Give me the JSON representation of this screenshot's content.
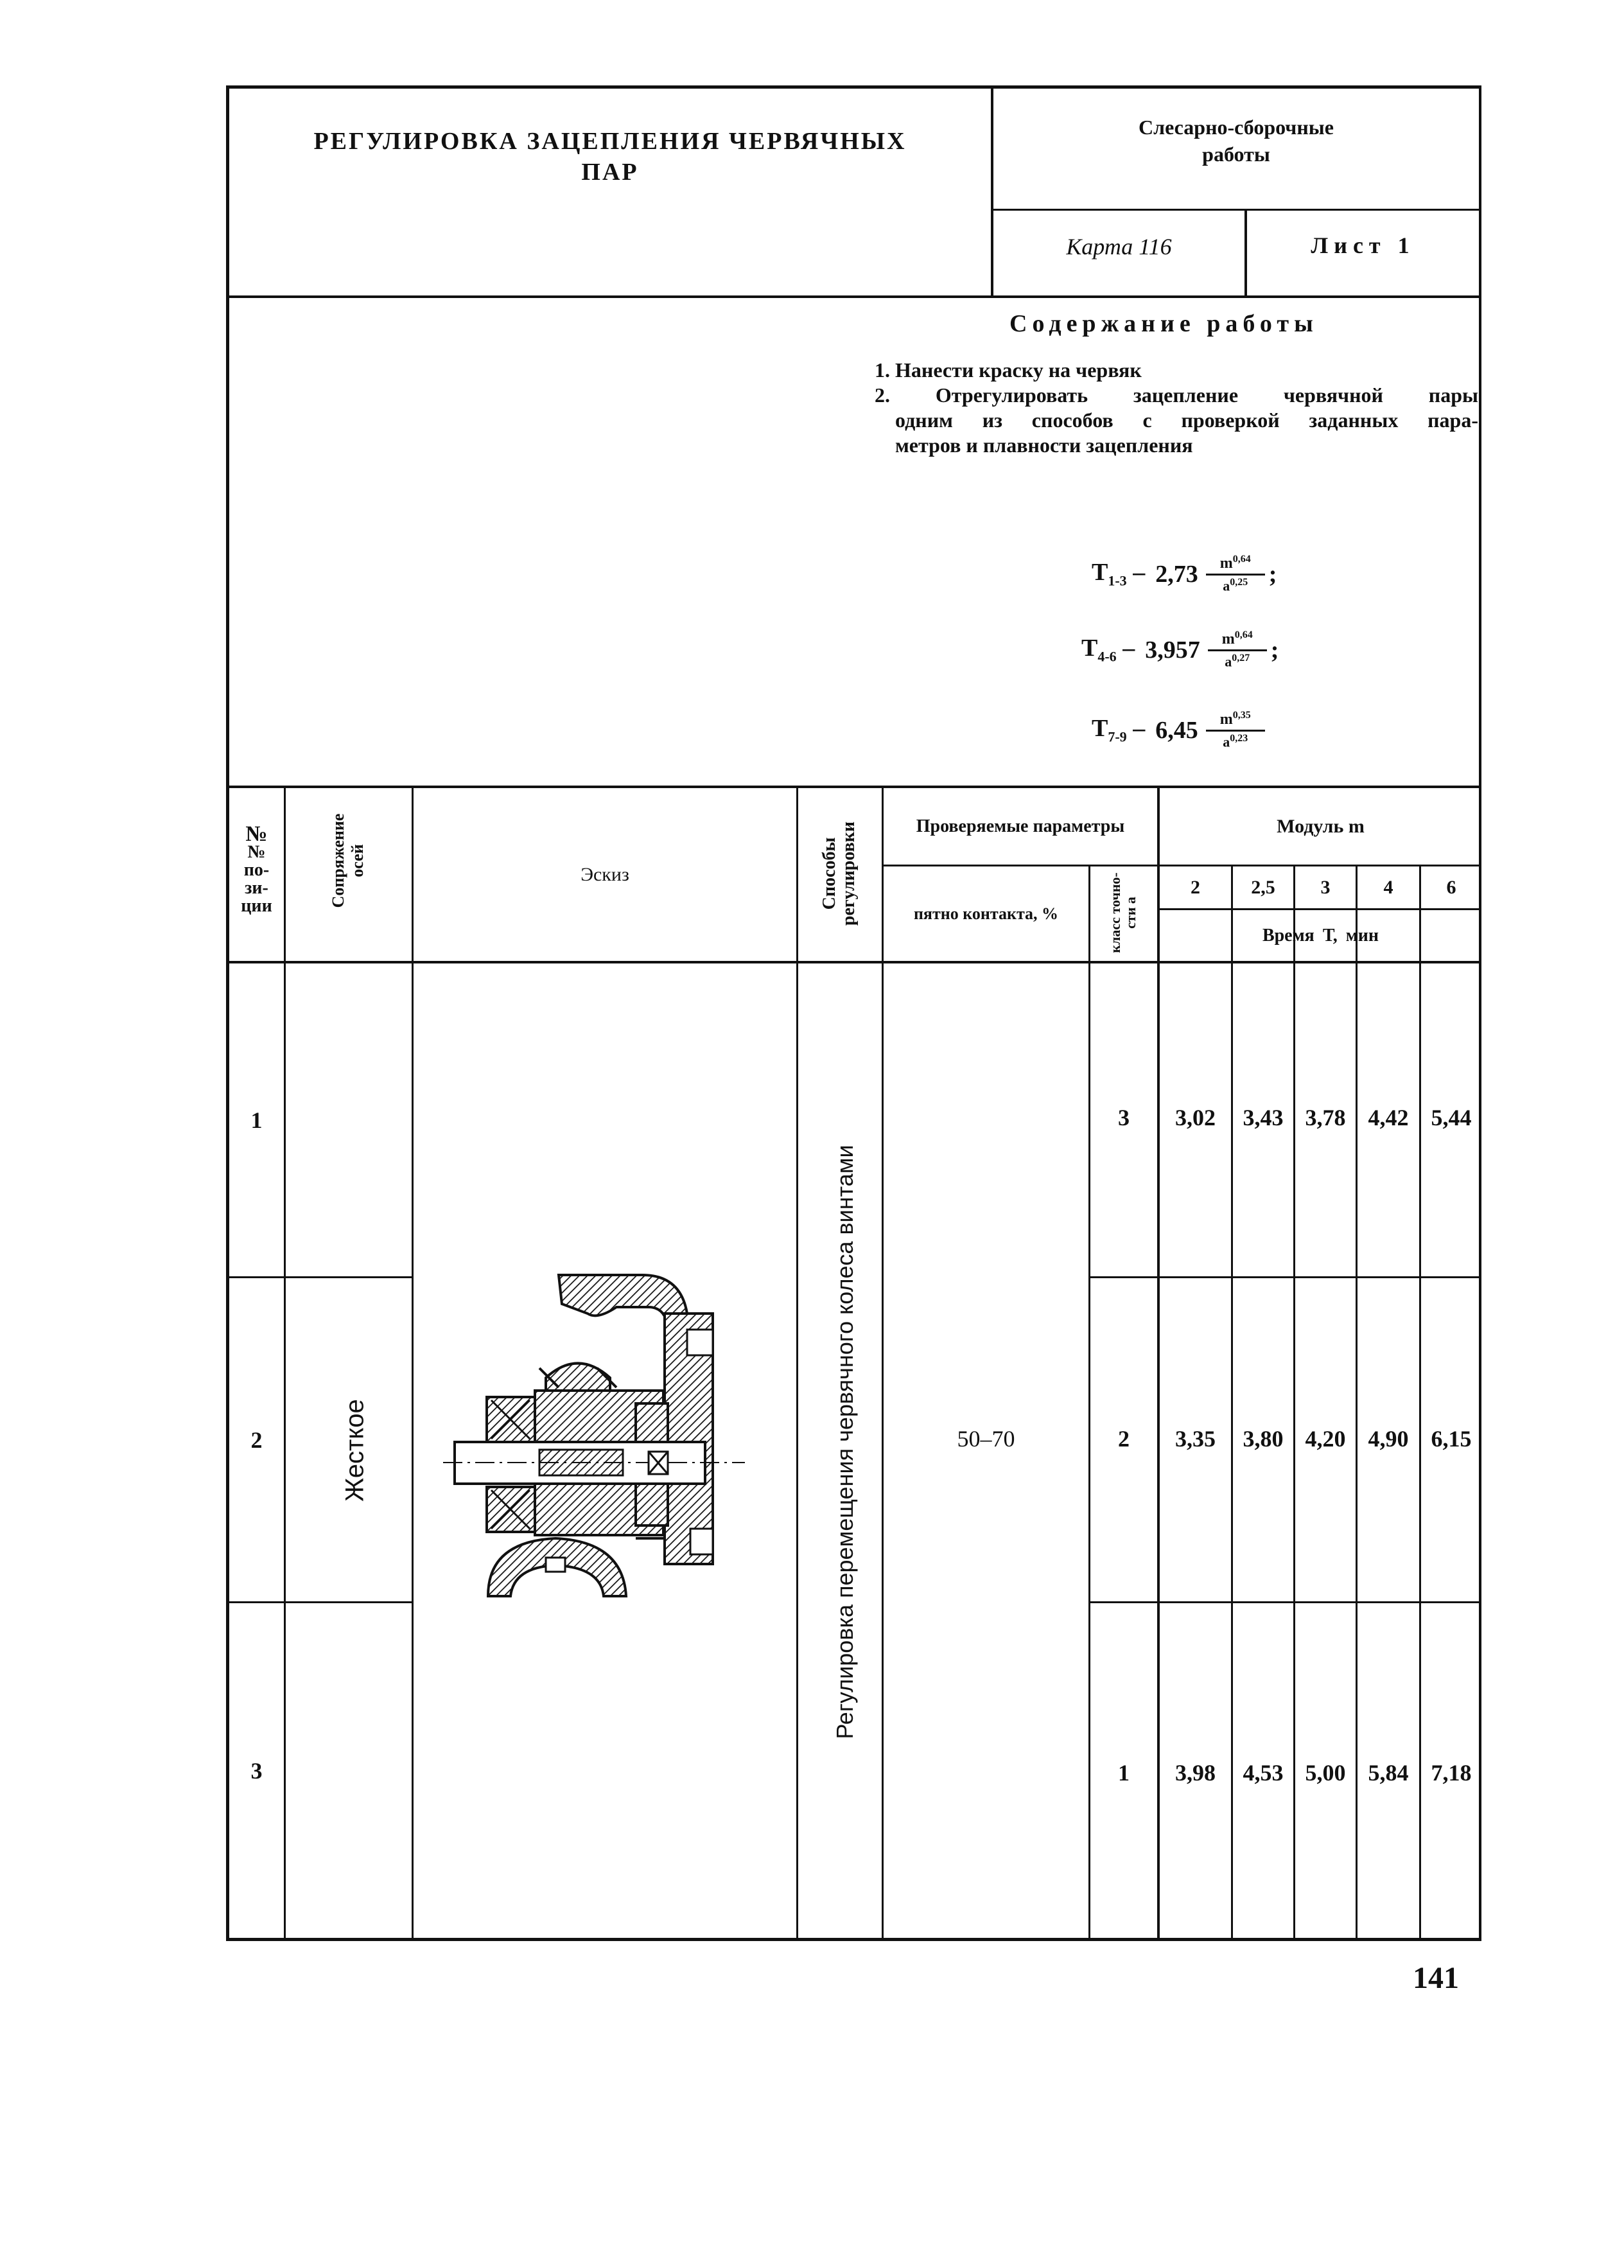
{
  "header": {
    "title_line1": "РЕГУЛИРОВКА ЗАЦЕПЛЕНИЯ ЧЕРВЯЧНЫХ",
    "title_line2": "ПАР",
    "category_line1": "Слесарно-сборочные",
    "category_line2": "работы",
    "card": "Карта 116",
    "sheet": "Лист 1"
  },
  "content": {
    "title": "Содержание работы",
    "step1": "1. Нанести краску на червяк",
    "step2_line1": "2. Отрегулировать зацепление червячной пары",
    "step2_line2": "одним из способов с проверкой заданных пара-",
    "step2_line3": "метров и плавности зацепления"
  },
  "formulas": [
    {
      "sym": "T",
      "sub": "1-3",
      "coef": "2,73",
      "num": "m0,64",
      "den": "a0,25",
      "tail": ";"
    },
    {
      "sym": "T",
      "sub": "4-6",
      "coef": "3,957",
      "num": "m0,64",
      "den": "a0,27",
      "tail": ";"
    },
    {
      "sym": "T",
      "sub": "7-9",
      "coef": "6,45",
      "num": "m0,35",
      "den": "a0,23",
      "tail": ""
    }
  ],
  "table": {
    "col_position": "№ по- зи- ции",
    "col_axes": "Сопряжение осей",
    "col_sketch": "Эскиз",
    "col_methods": "Способы регулировки",
    "col_params": "Проверяемые параметры",
    "col_contact": "пятно контакта, %",
    "col_accuracy": "класс точно- сти а",
    "col_module": "Модуль m",
    "modules": [
      "2",
      "2,5",
      "3",
      "4",
      "6"
    ],
    "time_label": "Время Т, мин",
    "axes_value": "Жесткое",
    "method_value": "Регулировка перемещения червячного колеса винтами",
    "contact_value": "50–70",
    "rows": [
      {
        "pos": "1",
        "accuracy": "3",
        "times": [
          "3,02",
          "3,43",
          "3,78",
          "4,42",
          "5,44"
        ]
      },
      {
        "pos": "2",
        "accuracy": "2",
        "times": [
          "3,35",
          "3,80",
          "4,20",
          "4,90",
          "6,15"
        ]
      },
      {
        "pos": "3",
        "accuracy": "1",
        "times": [
          "3,98",
          "4,53",
          "5,00",
          "5,84",
          "7,18"
        ]
      }
    ]
  },
  "page_number": "141"
}
